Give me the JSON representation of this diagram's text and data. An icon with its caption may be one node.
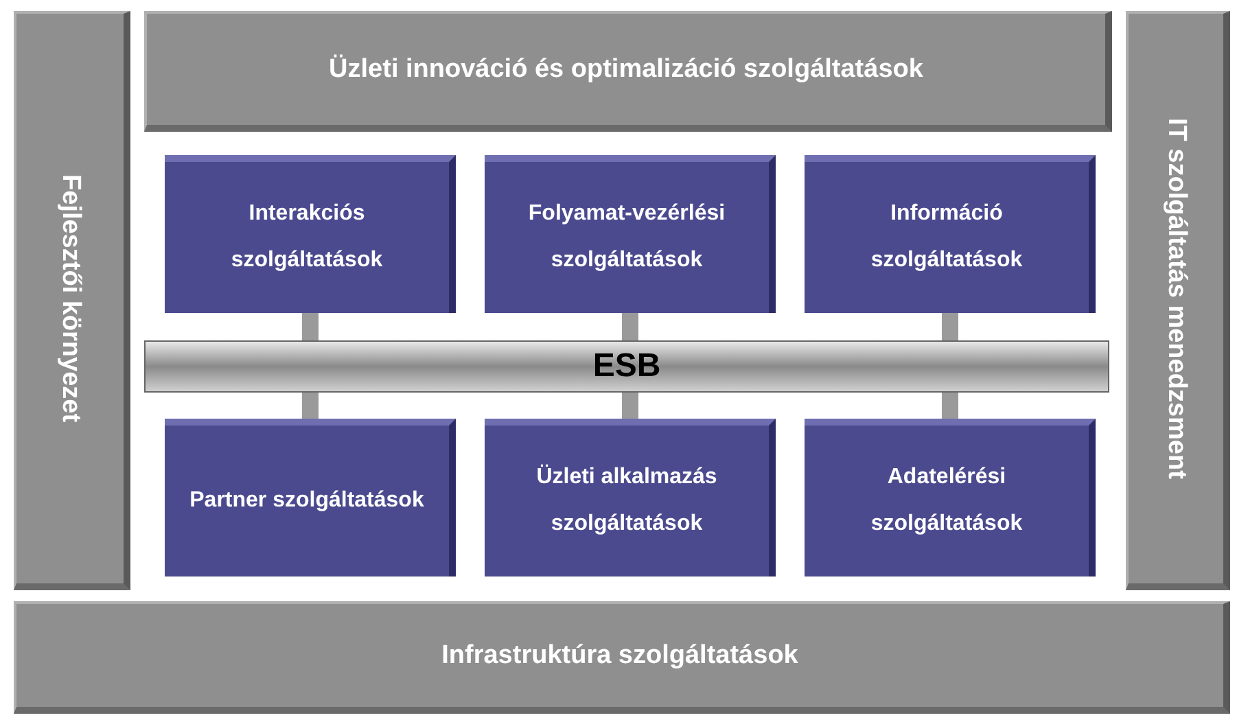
{
  "diagram": {
    "nodes": [
      {
        "text": [
          "Üzleti innováció és optimalizáció szolgáltatások"
        ]
      },
      {
        "text": [
          "Fejlesztői környezet"
        ]
      },
      {
        "text": [
          "IT szolgáltatás menedzsment"
        ]
      },
      {
        "text": [
          "Interakciós szolgáltatások"
        ]
      },
      {
        "text": [
          "Folyamat-vezérlési szolgáltatások"
        ]
      },
      {
        "text": [
          "Információ szolgáltatások"
        ]
      },
      {
        "text": [
          "ESB"
        ]
      },
      {
        "text": [
          "Partner szolgáltatások"
        ]
      },
      {
        "text": [
          "Üzleti alkalmazás szolgáltatások"
        ]
      },
      {
        "text": [
          "Adatelérési szolgáltatások"
        ]
      },
      {
        "text": [
          "Infrastruktúra szolgáltatások"
        ]
      }
    ],
    "edges": [
      {
        "from": 3,
        "to": 6,
        "arrow": "none"
      },
      {
        "from": 4,
        "to": 6,
        "arrow": "none"
      },
      {
        "from": 5,
        "to": 6,
        "arrow": "none"
      },
      {
        "from": 6,
        "to": 7,
        "arrow": "none"
      },
      {
        "from": 6,
        "to": 8,
        "arrow": "none"
      },
      {
        "from": 6,
        "to": 9,
        "arrow": "none"
      }
    ]
  }
}
